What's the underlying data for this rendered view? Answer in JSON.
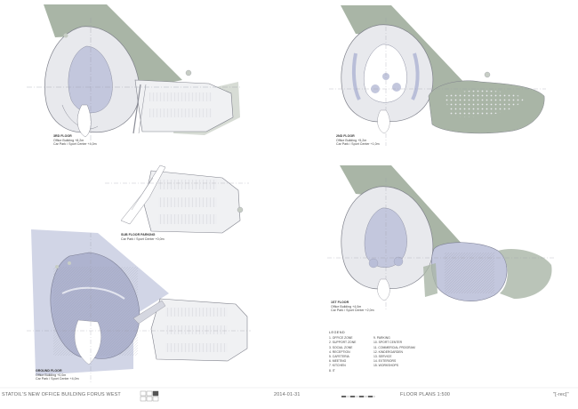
{
  "plans": {
    "p3": {
      "title": "3RD FLOOR",
      "line1": "Office Building +8,2m",
      "line2": "Car Park / Sport Center +4,0m"
    },
    "p2": {
      "title": "2ND FLOOR",
      "line1": "Office Building +5,2m",
      "line2": "Car Park / Sport Center +1,0m"
    },
    "sub": {
      "title": "SUB FLOOR PARKING",
      "line1": "Car Park / Sport Center +0,0m"
    },
    "ground": {
      "title": "GROUND FLOOR",
      "line1": "Office Building +0,0m",
      "line2": "Car Park / Sport Center +4,0m"
    },
    "p1": {
      "title": "1ST FLOOR",
      "line1": "Office Building +4,0m",
      "line2": "Car Park / Sport Center +2,0m"
    }
  },
  "legend": {
    "title": "LEGEND",
    "items": [
      "1. OFFICE ZONE",
      "2. SUPPORT ZONE",
      "3. SOCIAL ZONE",
      "4. RECEPTION",
      "5. CAFETERIA",
      "6. MEETING",
      "7. KITCHEN",
      "8. IT",
      "9. PARKING",
      "10. SPORT CENTER",
      "11. COMMERCIAL PROGRAM",
      "12. KINDERGARDEN",
      "13. SERVICE",
      "14. EXTERIORS",
      "15. WORKSHOPS"
    ]
  },
  "footer": {
    "project": "STATOIL'S NEW OFFICE BUILDING FORUS WEST",
    "date": "2014-01-31",
    "sheet_title": "FLOOR PLANS 1:500",
    "firm": "\"[-rec]\""
  },
  "colors": {
    "grass": "#a9b5a6",
    "building": "#e7e8ec",
    "blue": "#b9bed8",
    "line": "#8a8c96"
  }
}
